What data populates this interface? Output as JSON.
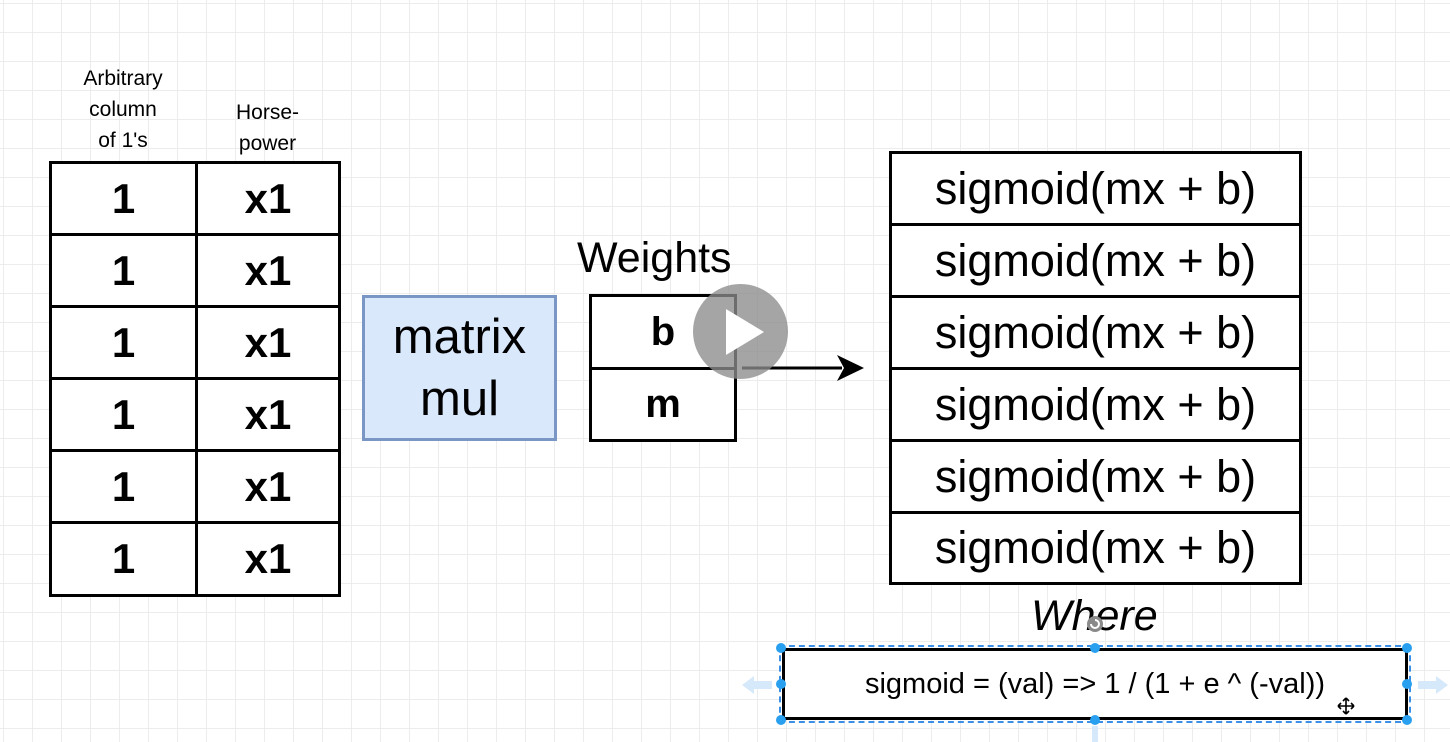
{
  "headers": {
    "col1": [
      "Arbitrary",
      "column",
      "of 1's"
    ],
    "col2": [
      "Horse-",
      "power"
    ]
  },
  "features": {
    "rows": [
      {
        "c1": "1",
        "c2": "x1"
      },
      {
        "c1": "1",
        "c2": "x1"
      },
      {
        "c1": "1",
        "c2": "x1"
      },
      {
        "c1": "1",
        "c2": "x1"
      },
      {
        "c1": "1",
        "c2": "x1"
      },
      {
        "c1": "1",
        "c2": "x1"
      }
    ]
  },
  "matmul": {
    "line1": "matrix",
    "line2": "mul"
  },
  "weights": {
    "title": "Weights",
    "cells": [
      "b",
      "m"
    ]
  },
  "outputs": {
    "cells": [
      "sigmoid(mx + b)",
      "sigmoid(mx + b)",
      "sigmoid(mx + b)",
      "sigmoid(mx + b)",
      "sigmoid(mx + b)",
      "sigmoid(mx + b)"
    ]
  },
  "where_label": "Where",
  "formula": "sigmoid = (val) => 1 / (1 + e ^ (-val))",
  "colors": {
    "matmul_fill": "#dae8fc",
    "matmul_border": "#7a96c4",
    "selection": "#29a0ef"
  },
  "icons": {
    "play": "play-icon",
    "arrow": "arrow-right-icon"
  }
}
